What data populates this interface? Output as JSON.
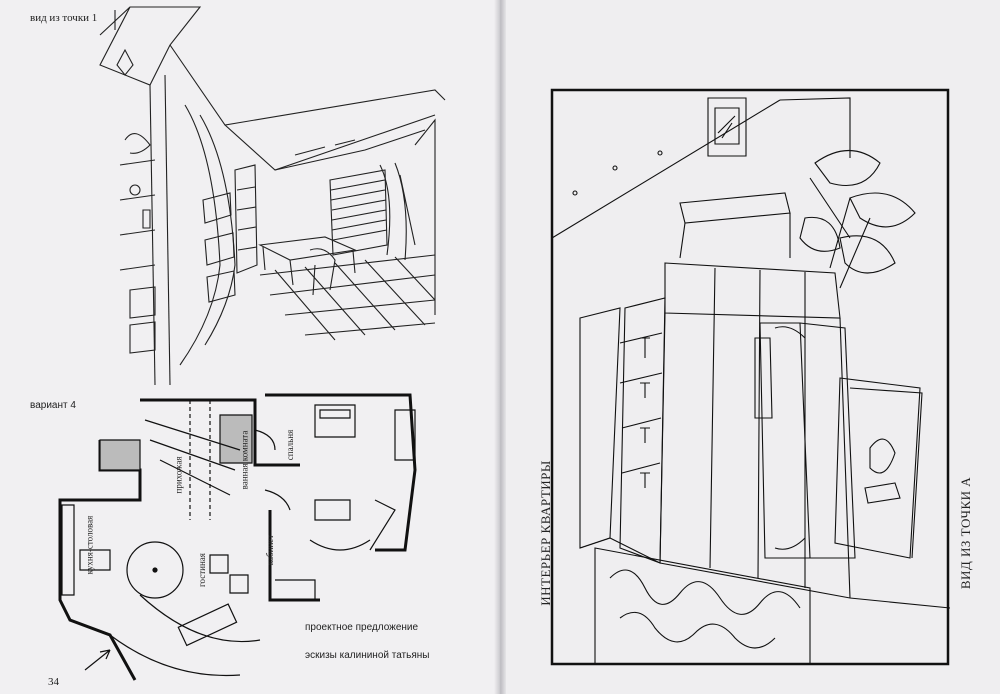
{
  "left_page": {
    "view_heading": "вид из точки 1",
    "variant_label": "вариант 4",
    "caption_line1": "проектное предложение",
    "caption_line2": "эскизы калининой татьяны",
    "page_number": "34",
    "room_labels": {
      "hallway": "прихожая",
      "bathroom": "ванная комната",
      "bedroom": "спальня",
      "kitchen": "кухня-столовая",
      "living": "гостиная",
      "study": "кабинет"
    }
  },
  "right_page": {
    "side_title": "ИНТЕРЬЕР КВАРТИРЫ",
    "side_view_label": "ВИД ИЗ ТОЧКИ А"
  }
}
